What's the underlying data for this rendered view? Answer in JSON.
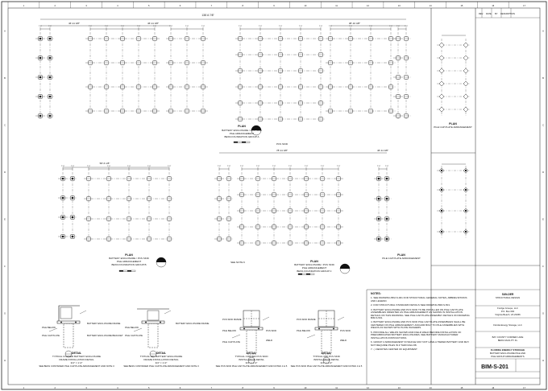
{
  "sheet": {
    "number": "BIM-S-201",
    "title_block": {
      "designer_name": "SUN-DER",
      "designer_sub": "STRUCTURAL DESIGN",
      "client_name": "Fordge Groupe, LLC",
      "client_addr1": "P.O. Box 000",
      "client_addr2": "Virginia Beach, VA 23456",
      "engineer": "Florida Energy Storage, LLC",
      "site_line1": "BAY COUNTY CORNER LAKE",
      "site_line2": "BESS FACILITY FL",
      "project_title1": "FLORIDA ENERGY STORAGE",
      "project_title2": "BATTERY ENCLOSURE PILE AND",
      "project_title3": "PILE GROUP ARRANGEMENTS",
      "rev_header": [
        "REV",
        "DATE",
        "BY",
        "DESCRIPTION"
      ]
    },
    "column_numbers": [
      "1",
      "2",
      "3",
      "4",
      "5",
      "6",
      "7",
      "8",
      "9",
      "10",
      "11",
      "12",
      "13",
      "14",
      "15",
      "16",
      "17"
    ],
    "row_letters": [
      "A",
      "B",
      "C",
      "D",
      "E",
      "F",
      "G",
      "H"
    ]
  },
  "notes": {
    "title": "NOTES:",
    "items": [
      "1.  SEE DRAWING BIM-S-001 FOR STRUCTURAL GENERAL NOTES, ABBREVIATIONS AND LEGEND.",
      "2.  FOR STRUCTURAL STANDARD DETAILS SEE DRAWING BIM-S-501.",
      "3.  BATTERY ENCLOSURE AND PCS SKID TO BE INSTALLED ON PILE CAP PLATE ASSEMBLIES ORIENTED AS PILE ARRANGEMENT AS SHOWN IN INSTALLATION DETAILS ON THIS DRAWING. SEE PILE CAP PLATE ASSEMBLY DETAILS ON DRAWING BIM-S-501.",
      "4.  BATTERY ENCLOSURE AND PCS SKID PILE CAP PLATE ASSEMBLIES SHALL BE CENTERED ON PILE ARRANGEMENT. ANCHOR BOLT TO PILE ASSEMBLIES WITH WELDS AS SHOWN WITH PLATE WASHERS.",
      "5.  PROVIDE ALL WELDS SHOWN AND FIELD WELD BEFORE INSTALLATION OF PREFABRICATED BATTERY ENCLOSURES, SEE BATTERY MANUFACTURER INSTALLATION INSTRUCTIONS.",
      "6.  GROUP 2 ARRANGEMENT IN WHOLE MAY NOT HAVE A TIERED BATTERY AND MAY NOT REQUIRE PILES IN # THROUGH #8.",
      "7.  ◇  DENOTES CENTER OF EQUIPMENT"
    ]
  },
  "plans": {
    "p1_title": "PLAN",
    "p1_sub1": "BATTERY ENCLOSURE / PCS SKID",
    "p1_sub2": "PILE ARRANGEMENT",
    "p1_sub3": "BESS FOUNDATION GROUP A",
    "p2_title": "PLAN",
    "p2_sub1": "BATTERY ENCLOSURE / PCS SKID",
    "p2_sub2": "PILE ARRANGEMENT",
    "p2_sub3": "BESS FOUNDATION GROUP B",
    "p3_title": "PLAN",
    "p3_sub1": "BATTERY ENCLOSURE / PCS SKID",
    "p3_sub2": "PILE ARRANGEMENT",
    "p3_sub3": "BESS FOUNDATION GROUP C",
    "p4_title": "PLAN",
    "p4_sub1": "PILE CAP PLATE ARRANGEMENT",
    "p5_title": "PLAN",
    "p5_sub1": "PILE CAP PLATE ARRANGEMENT",
    "overall_dim_top": "138'-6 7/8\"",
    "dim_a": "46'-11 3/8\"",
    "dim_b": "46'-11 3/8\"",
    "dim_c": "38'-10 3/8\"",
    "dim_mid1": "58'-6 1/8\"",
    "dim_mid2": "78'-11 3/8\"",
    "dim_mid3": "46'-11 3/8\"",
    "pcs_note": "PCS SKID",
    "see_note": "SEE NOTE 6"
  },
  "details": {
    "d1_title": "TYPICAL CORNER BATTERY ENCLOSURE",
    "d1_sub": "FRAME INSTALLATION DETAIL",
    "d1_scale": "3/4\" = 1'-0\"",
    "d1_ref": "SEE BESS CONTAINER PILE CAP PLATE ARRANGEMENT AND NOTE 3",
    "d2_title": "TYPICAL MID BATTERY ENCLOSURE",
    "d2_sub": "FRAME INSTALLATION DETAIL",
    "d2_scale": "3/4\" = 1'-0\"",
    "d2_ref": "SEE BESS CONTAINER PILE CAP PLATE ARRANGEMENT AND NOTE 3",
    "d3_title": "TYPICAL CORNER PCS SKID",
    "d3_sub": "INSTALLATION DETAIL",
    "d3_scale": "3/4\" = 1'-0\"",
    "d3_ref": "SEE PCS SKID PILE CAP PLATE ARRANGEMENT AND NOTES 4 & 5",
    "d4_title": "TYPICAL MID PCS SKID",
    "d4_sub": "INSTALLATION DETAIL",
    "d4_scale": "3/4\" = 1'-0\"",
    "d4_ref": "SEE PCS SKID PILE CAP PLATE ARRANGEMENT AND NOTES 4 & 5",
    "lbl_pile_below": "PILE BELOW",
    "lbl_pile_cap_plate": "PILE CAP PLATE",
    "lbl_battery_enclosure": "BATTERY ENCLOSURE FRAME",
    "lbl_anchor": "BATTERY ENCLOSURE BRACKET",
    "lbl_pcs_skid": "PCS SKID",
    "lbl_pcs_frame": "PCS SKID FRAME",
    "lbl_weld": "WELD"
  }
}
